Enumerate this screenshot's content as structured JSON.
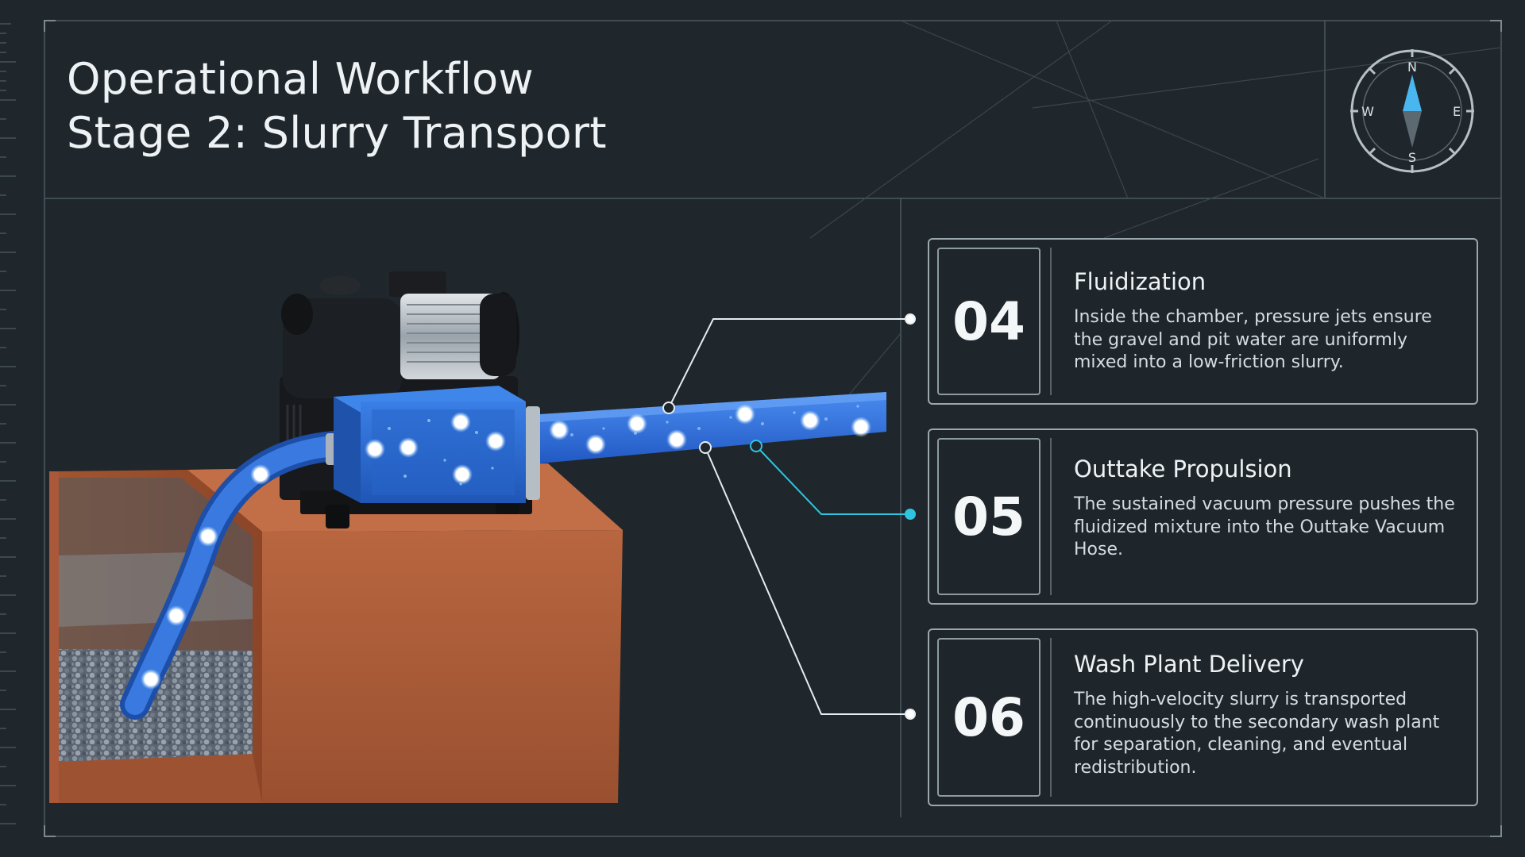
{
  "header": {
    "title_line1": "Operational Workflow",
    "title_line2": "Stage 2: Slurry Transport"
  },
  "compass": {
    "n": "N",
    "s": "S",
    "e": "E",
    "w": "W"
  },
  "steps": [
    {
      "number": "04",
      "title": "Fluidization",
      "description": "Inside the chamber, pressure jets ensure the gravel and pit water are uniformly mixed into a low-friction slurry."
    },
    {
      "number": "05",
      "title": "Outtake Propulsion",
      "description": "The sustained vacuum pressure pushes the fluidized mixture into the Outtake Vacuum Hose."
    },
    {
      "number": "06",
      "title": "Wash Plant Delivery",
      "description": "The high-velocity slurry is transported continuously to the secondary wash plant for separation, cleaning, and eventual redistribution."
    }
  ],
  "colors": {
    "background": "#1f272c",
    "frame_line": "#4c5960",
    "accent_cyan": "#2ec4e0",
    "pump_blue": "#2b6fd8",
    "pit_terracotta": "#b0603e"
  }
}
